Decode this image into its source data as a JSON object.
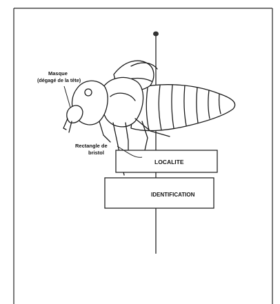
{
  "labels": {
    "masque_line1": "Masque",
    "masque_line2": "(dégagé de la tête)",
    "rectangle_line1": "Rectangle de",
    "rectangle_line2": "bristol"
  },
  "labels_cards": {
    "localite": "LOCALITE",
    "identification": "IDENTIFICATION"
  }
}
